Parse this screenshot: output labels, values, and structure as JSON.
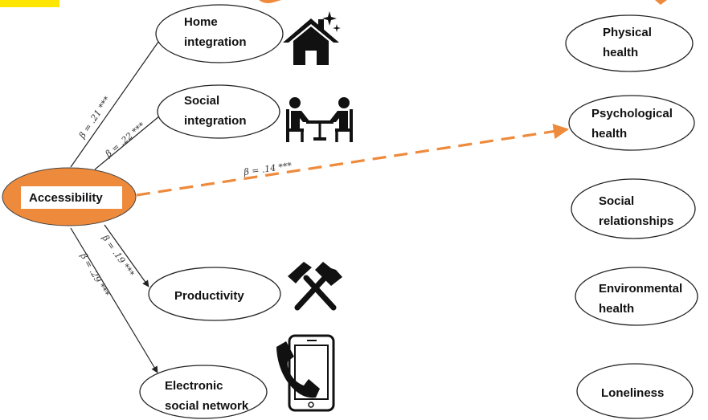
{
  "colors": {
    "accent_orange": "#ee8a3c",
    "highlight_yellow": "#ffe600",
    "ink": "#111111"
  },
  "predictor": {
    "label": "Accessibility"
  },
  "mediators": [
    {
      "id": "home",
      "lines": [
        "Home",
        "integration"
      ],
      "icon": "house-icon"
    },
    {
      "id": "social",
      "lines": [
        "Social",
        "integration"
      ],
      "icon": "people-at-table-icon"
    },
    {
      "id": "productivity",
      "lines": [
        "Productivity"
      ],
      "icon": "hammers-icon"
    },
    {
      "id": "esn",
      "lines": [
        "Electronic",
        "social network"
      ],
      "icon": "smartphone-call-icon"
    }
  ],
  "outcomes": [
    {
      "id": "physical",
      "lines": [
        "Physical",
        "health"
      ]
    },
    {
      "id": "psychological",
      "lines": [
        "Psychological",
        "health"
      ]
    },
    {
      "id": "social-rel",
      "lines": [
        "Social",
        "relationships"
      ]
    },
    {
      "id": "environmental",
      "lines": [
        "Environmental",
        "health"
      ]
    },
    {
      "id": "loneliness",
      "lines": [
        "Loneliness"
      ]
    }
  ],
  "paths": {
    "home": "β = .21 ***",
    "social": "β = .22 ***",
    "productivity": "β = .19 ***",
    "esn": "β = .29 ***",
    "psychological": "β = .14 ***"
  }
}
